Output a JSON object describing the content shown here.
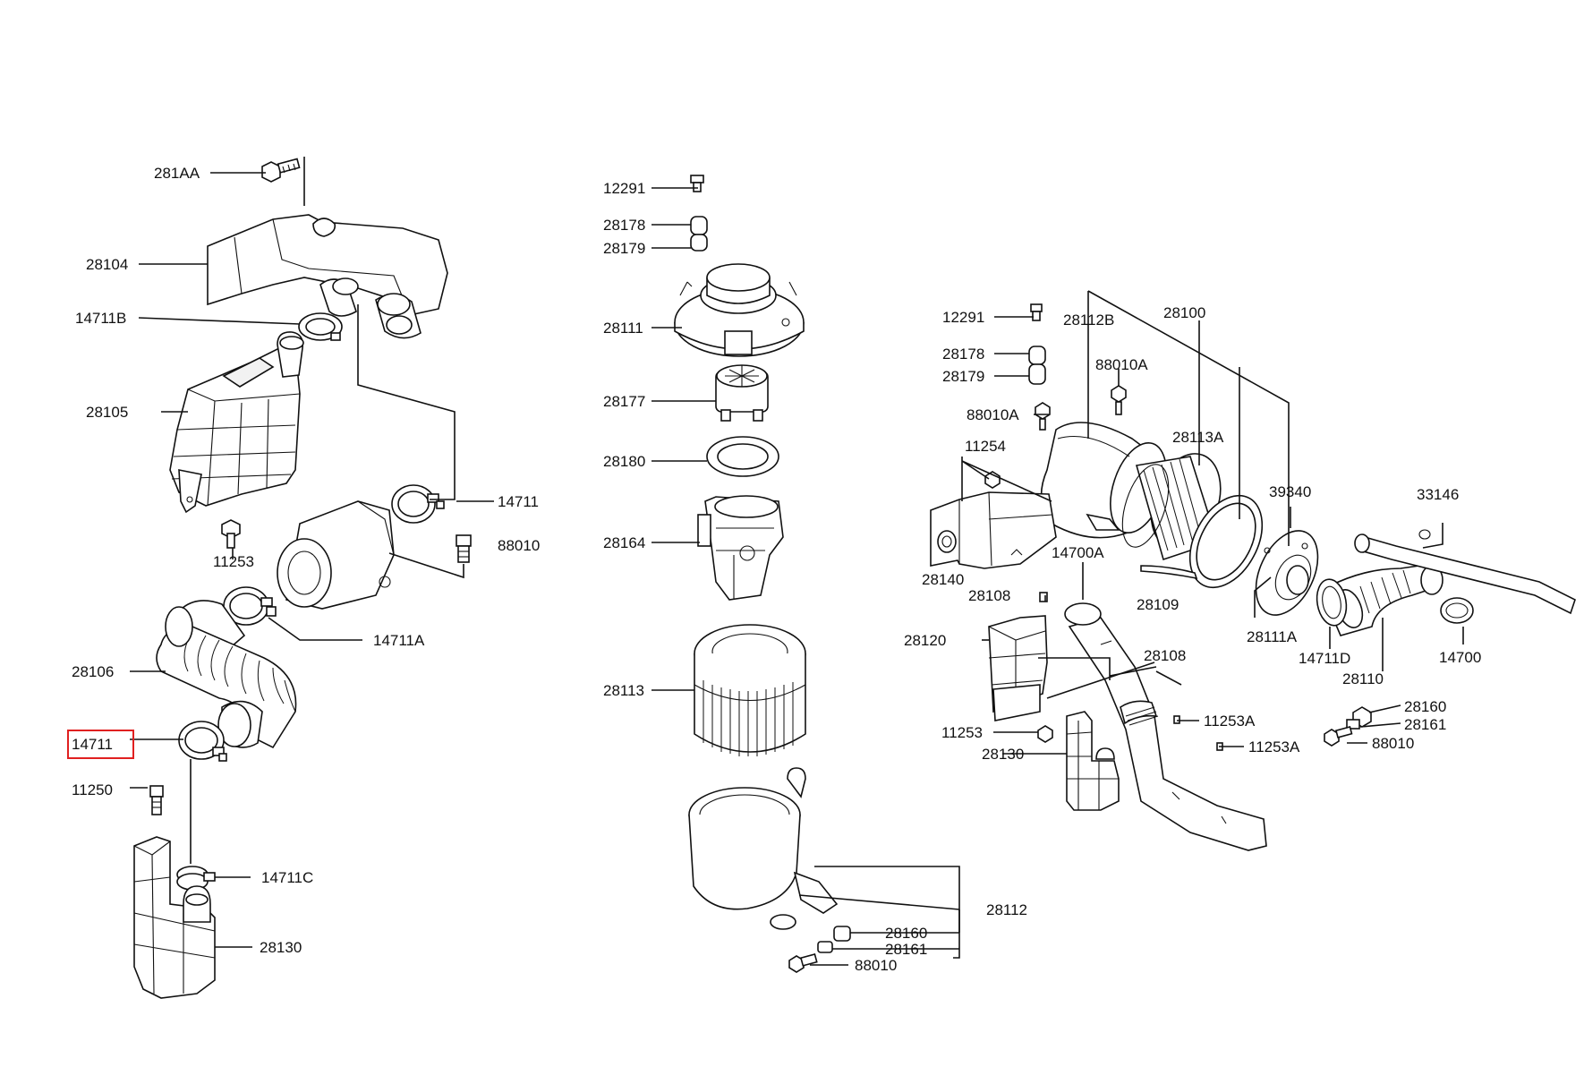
{
  "diagram": {
    "highlight_color": "#e02020",
    "line_color": "#111111",
    "labels": {
      "l_281AA": "281AA",
      "l_28104": "28104",
      "l_14711B": "14711B",
      "l_28105": "28105",
      "l_14711_a": "14711",
      "l_88010_a": "88010",
      "l_11253_a": "11253",
      "l_14711A": "14711A",
      "l_28106": "28106",
      "l_14711_hl": "14711",
      "l_11250": "11250",
      "l_14711C": "14711C",
      "l_28130_a": "28130",
      "l_12291_a": "12291",
      "l_28178_a": "28178",
      "l_28179_a": "28179",
      "l_28111": "28111",
      "l_28177": "28177",
      "l_28180": "28180",
      "l_28164": "28164",
      "l_28113": "28113",
      "l_28112_a": "28112",
      "l_28160_a": "28160",
      "l_28161_a": "28161",
      "l_88010_b": "88010",
      "l_12291_b": "12291",
      "l_28112B": "28112B",
      "l_28100": "28100",
      "l_88010A_a": "88010A",
      "l_28178_b": "28178",
      "l_28179_b": "28179",
      "l_88010A_b": "88010A",
      "l_11254": "11254",
      "l_28113A": "28113A",
      "l_39340": "39340",
      "l_33146": "33146",
      "l_14700A": "14700A",
      "l_28140": "28140",
      "l_28108_a": "28108",
      "l_28109": "28109",
      "l_28111A": "28111A",
      "l_14711D": "14711D",
      "l_28110": "28110",
      "l_14700": "14700",
      "l_28120": "28120",
      "l_28108_b": "28108",
      "l_11253A_a": "11253A",
      "l_28160_b": "28160",
      "l_28161_b": "28161",
      "l_11253_b": "11253",
      "l_88010_c": "88010",
      "l_11253A_b": "11253A",
      "l_28130_b": "28130"
    }
  }
}
